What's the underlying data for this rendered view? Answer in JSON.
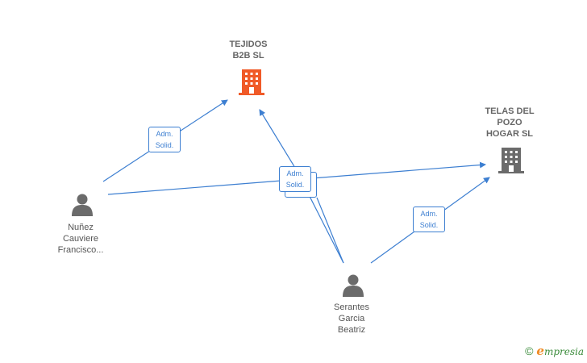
{
  "nodes": {
    "tejidos": {
      "label": "TEJIDOS\nB2B  SL",
      "color": "#f05a28",
      "kind": "company"
    },
    "telas": {
      "label": "TELAS DEL\nPOZO\nHOGAR  SL",
      "color": "#6b6b6b",
      "kind": "company"
    },
    "nunez": {
      "label": "Nuñez\nCauviere\nFrancisco...",
      "color": "#6b6b6b",
      "kind": "person"
    },
    "serantes": {
      "label": "Serantes\nGarcia\nBeatriz",
      "color": "#6b6b6b",
      "kind": "person"
    }
  },
  "edges": [
    {
      "from": "nunez",
      "to": "tejidos",
      "label": "Adm.\nSolid."
    },
    {
      "from": "nunez",
      "to": "telas",
      "label": "Adm.\nSolid."
    },
    {
      "from": "serantes",
      "to": "tejidos",
      "label": "Adm.\nSolid."
    },
    {
      "from": "serantes",
      "to": "telas",
      "label": "Adm.\nSolid."
    }
  ],
  "colors": {
    "edge": "#3d7fd1",
    "company_primary": "#f05a28",
    "company_secondary": "#6b6b6b",
    "person": "#6b6b6b",
    "brand_green": "#3a8b3a",
    "brand_orange": "#f08a24"
  },
  "footer": {
    "copyright_symbol": "©",
    "brand_initial": "e",
    "brand_rest": "mpresia"
  }
}
